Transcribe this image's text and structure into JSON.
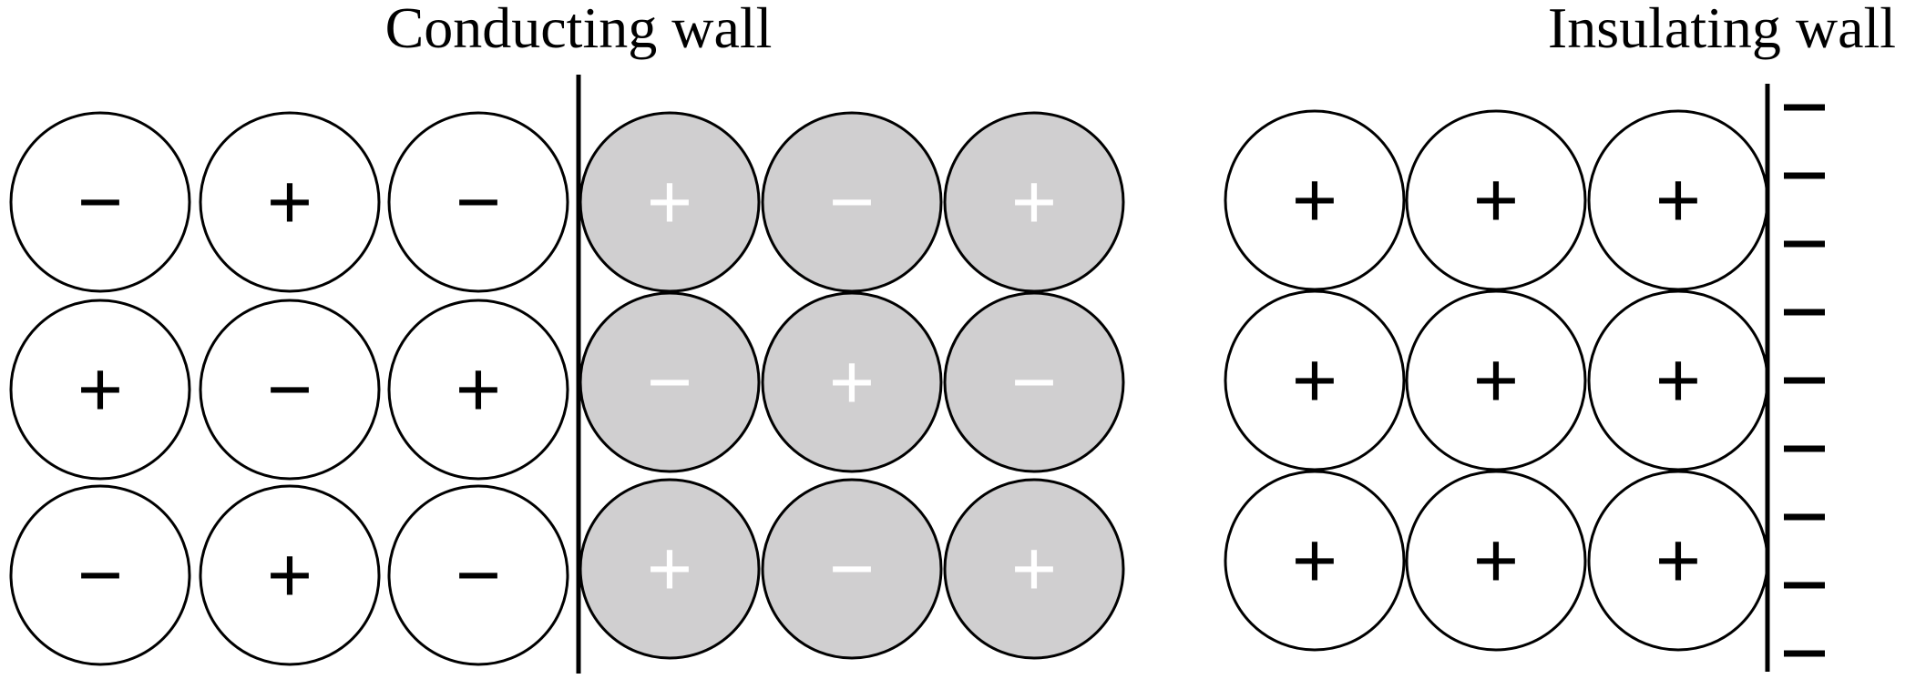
{
  "conducting_panel": {
    "title": "Conducting wall",
    "left_grid": [
      [
        "−",
        "+",
        "−"
      ],
      [
        "+",
        "−",
        "+"
      ],
      [
        "−",
        "+",
        "−"
      ]
    ],
    "image_grid": [
      [
        "+",
        "−",
        "+"
      ],
      [
        "−",
        "+",
        "−"
      ],
      [
        "+",
        "−",
        "+"
      ]
    ]
  },
  "insulating_panel": {
    "title": "Insulating wall",
    "grid": [
      [
        "+",
        "+",
        "+"
      ],
      [
        "+",
        "+",
        "+"
      ],
      [
        "+",
        "+",
        "+"
      ]
    ],
    "wall_charge_count": 9
  },
  "colors": {
    "ion_fill": "#ffffff",
    "image_ion_fill": "#d0cfd0",
    "image_sign": "#ffffff",
    "sign": "#000000",
    "outline": "#000000"
  }
}
